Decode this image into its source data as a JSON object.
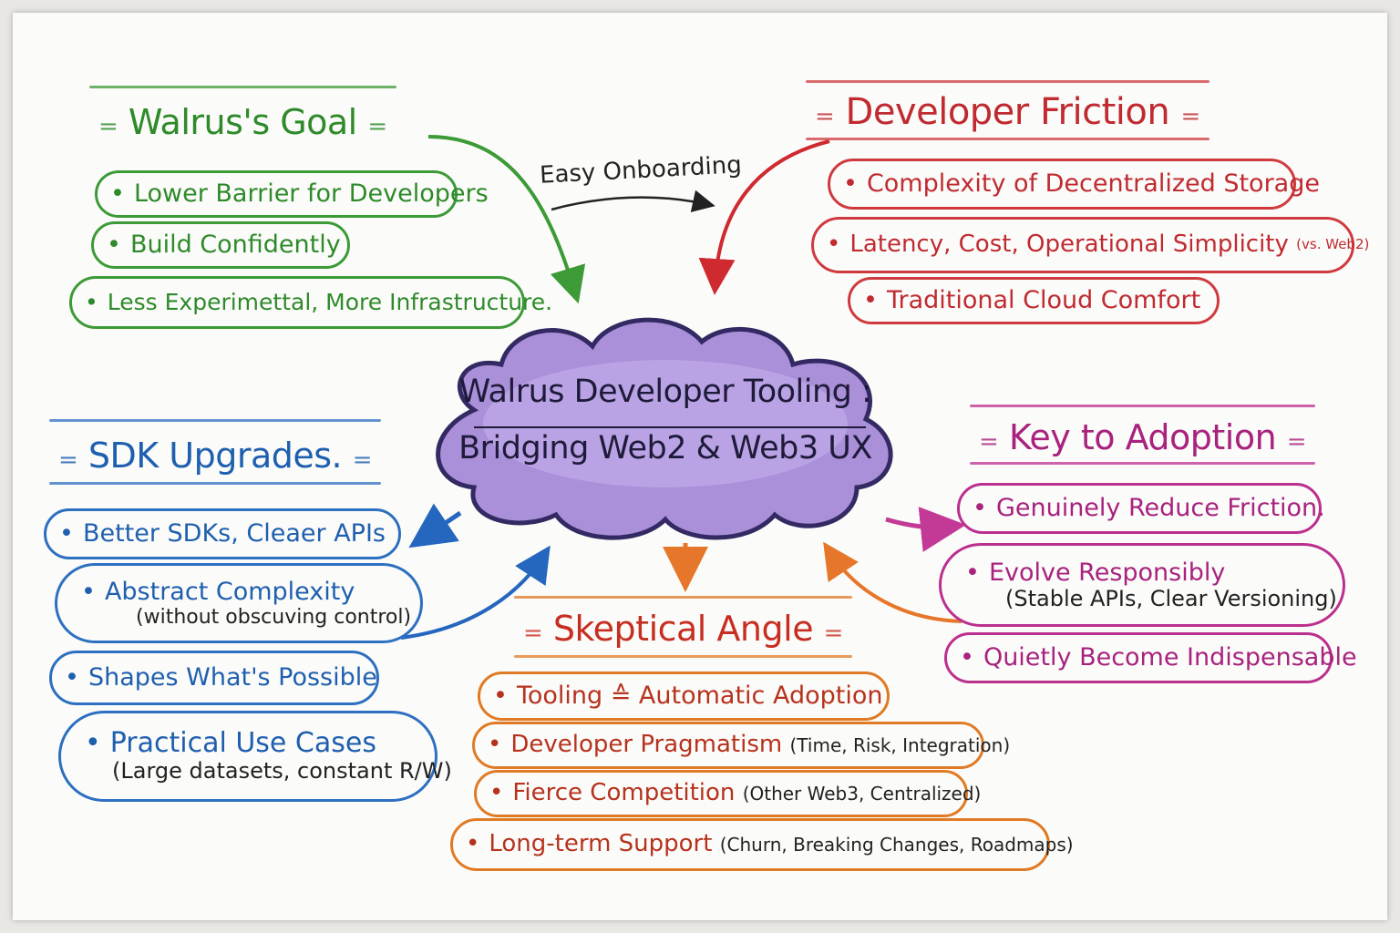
{
  "center": {
    "line1": "Walrus Developer Tooling :",
    "line2": "Bridging Web2 & Web3 UX",
    "fill": "#9a7bd4"
  },
  "connector_label": "Easy Onboarding",
  "walrus_goal": {
    "title": "Walrus's Goal",
    "color": "#2e8a2a",
    "items": [
      {
        "label": "Lower Barrier for Developers"
      },
      {
        "label": "Build Confidently"
      },
      {
        "label": "Less Experimettal, More Infrastructure."
      }
    ]
  },
  "developer_friction": {
    "title": "Developer Friction",
    "color": "#c02a30",
    "items": [
      {
        "label": "Complexity of Decentralized Storage"
      },
      {
        "label": "Latency, Cost, Operational Simplicity",
        "note": "(vs. Web2)"
      },
      {
        "label": "Traditional Cloud Comfort"
      }
    ]
  },
  "sdk_upgrades": {
    "title": "SDK Upgrades.",
    "color": "#1f5fb0",
    "items": [
      {
        "label": "Better SDKs, Cleaer APIs"
      },
      {
        "label": "Abstract Complexity",
        "sub": "(without obscuving control)"
      },
      {
        "label": "Shapes What's Possible"
      },
      {
        "label": "Practical Use Cases",
        "sub": "(Large datasets, constant R/W)"
      }
    ]
  },
  "key_to_adoption": {
    "title": "Key to Adoption",
    "color": "#a8227e",
    "items": [
      {
        "label": "Genuinely Reduce Friction."
      },
      {
        "label": "Evolve Responsibly",
        "sub": "(Stable APIs, Clear Versioning)"
      },
      {
        "label": "Quietly Become Indispensable"
      }
    ]
  },
  "skeptical_angle": {
    "title": "Skeptical Angle",
    "color": "#c72e22",
    "items": [
      {
        "label": "Tooling ≙ Automatic Adoption"
      },
      {
        "label": "Developer Pragmatism",
        "note": "(Time, Risk, Integration)"
      },
      {
        "label": "Fierce Competition",
        "note": "(Other Web3, Centralized)"
      },
      {
        "label": "Long-term Support",
        "note": "(Churn, Breaking Changes, Roadmaps)"
      }
    ]
  }
}
